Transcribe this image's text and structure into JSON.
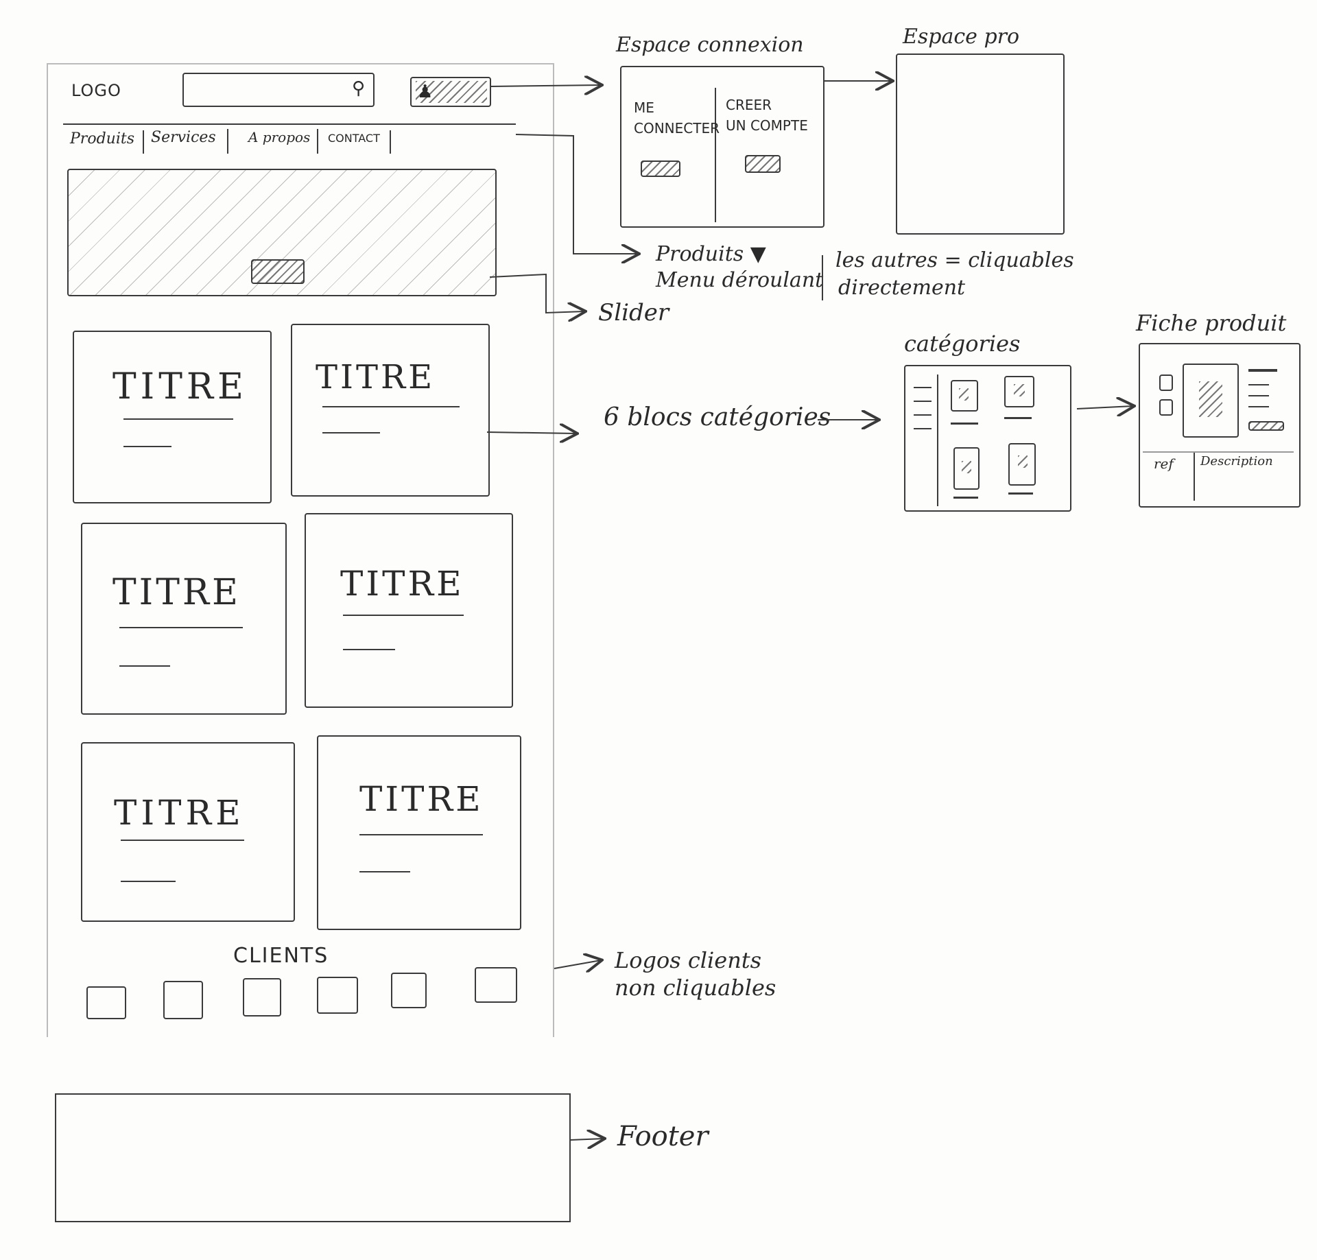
{
  "header": {
    "logo": "LOGO",
    "nav": [
      "Produits",
      "Services",
      "A propos",
      "CONTACT"
    ]
  },
  "blocks": [
    "TITRE",
    "TITRE",
    "TITRE",
    "TITRE",
    "TITRE",
    "TITRE"
  ],
  "clients_title": "CLIENTS",
  "annotations": {
    "espace_connexion": "Espace connexion",
    "me_connecter": [
      "ME",
      "CONNECTER"
    ],
    "creer_compte": [
      "CREER",
      "UN COMPTE"
    ],
    "espace_pro": "Espace pro",
    "produits_menu": [
      "Produits ▼",
      "Menu déroulant"
    ],
    "autres_cliquables": [
      "les autres = cliquables",
      "directement"
    ],
    "slider": "Slider",
    "six_blocs": "6 blocs catégories",
    "categories": "catégories",
    "fiche_produit": "Fiche produit",
    "ref": "ref",
    "description": "Description",
    "logos_clients": [
      "Logos clients",
      "non cliquables"
    ],
    "footer": "Footer"
  }
}
